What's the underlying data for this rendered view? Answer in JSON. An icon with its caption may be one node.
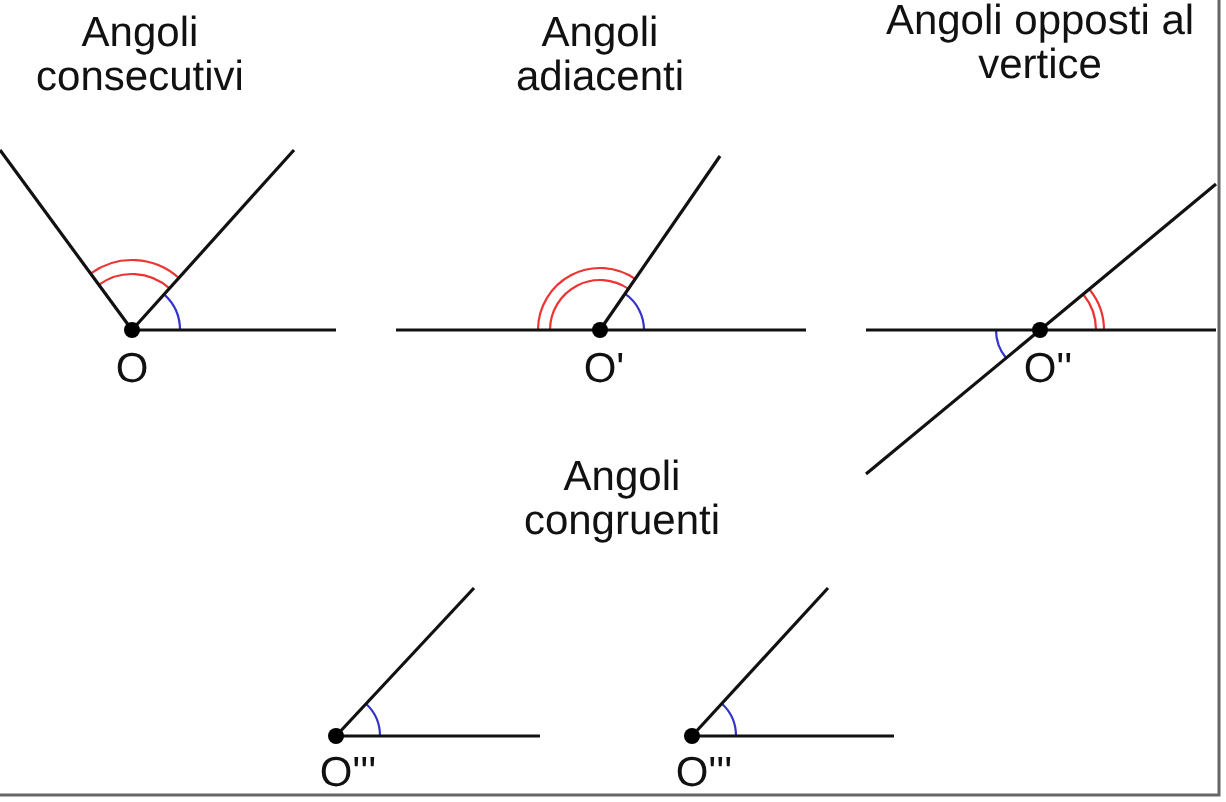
{
  "diagram": {
    "labels": [
      "Angoli consecutivi",
      "Angoli adiacenti",
      "Angoli opposti al vertice",
      "O",
      "O'",
      "O''",
      "Angoli congruenti",
      "O'''",
      "O'''"
    ]
  }
}
